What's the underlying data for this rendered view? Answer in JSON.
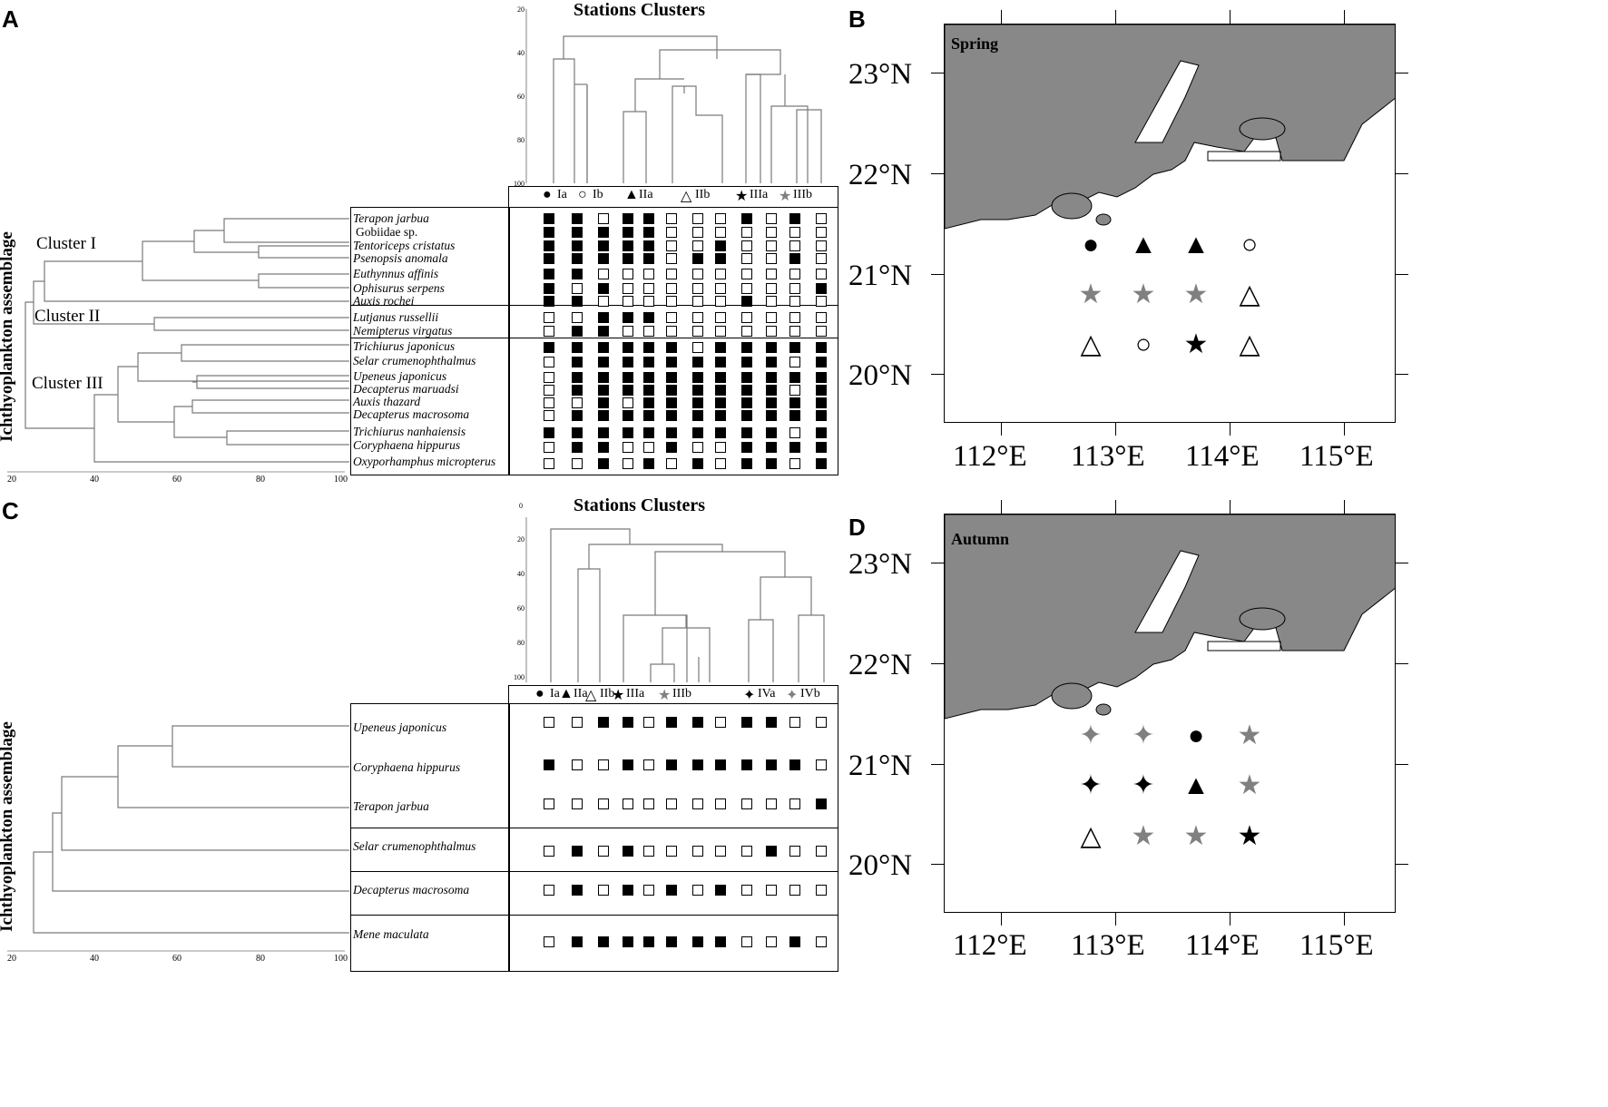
{
  "panels": {
    "A": {
      "label": "A",
      "title": "Stations Clusters",
      "ylabel": "Ichthyoplankton assemblage",
      "clusters": [
        "Cluster I",
        "Cluster II",
        "Cluster III"
      ],
      "species": [
        "Terapon jarbua",
        "Gobiidae sp.",
        "Tentoriceps cristatus",
        "Psenopsis anomala",
        "Euthynnus affinis",
        "Ophisurus serpens",
        "Auxis rochei",
        "Lutjanus russellii",
        "Nemipterus virgatus",
        "Trichiurus japonicus",
        "Selar crumenophthalmus",
        "Upeneus japonicus",
        "Decapterus maruadsi",
        "Auxis thazard",
        "Decapterus macrosoma",
        "Trichiurus nanhaiensis",
        "Coryphaena hippurus",
        "Oxyporhamphus micropterus"
      ],
      "legend": [
        {
          "symbol": "●",
          "text": "Ia"
        },
        {
          "symbol": "○",
          "text": "Ib"
        },
        {
          "symbol": "▲",
          "text": "IIa"
        },
        {
          "symbol": "△",
          "text": "IIb"
        },
        {
          "symbol": "★",
          "text": "IIIa"
        },
        {
          "symbol": "★",
          "text": "IIIb",
          "color": "#808080"
        }
      ],
      "x_ticks": [
        "20",
        "40",
        "60",
        "80",
        "100"
      ],
      "y_ticks": [
        "20",
        "40",
        "60",
        "80",
        "100"
      ],
      "matrix": [
        [
          1,
          1,
          0,
          1,
          1,
          0,
          0,
          0,
          1,
          0,
          1,
          0
        ],
        [
          1,
          1,
          1,
          1,
          1,
          0,
          0,
          0,
          0,
          0,
          0,
          0
        ],
        [
          1,
          1,
          1,
          1,
          1,
          0,
          0,
          1,
          0,
          0,
          0,
          0
        ],
        [
          1,
          1,
          1,
          1,
          1,
          0,
          1,
          1,
          0,
          0,
          1,
          0
        ],
        [
          1,
          1,
          0,
          0,
          0,
          0,
          0,
          0,
          0,
          0,
          0,
          0
        ],
        [
          1,
          0,
          1,
          0,
          0,
          0,
          0,
          0,
          0,
          0,
          0,
          1
        ],
        [
          1,
          1,
          0,
          0,
          0,
          0,
          0,
          0,
          1,
          0,
          0,
          0
        ],
        [
          0,
          0,
          1,
          1,
          1,
          0,
          0,
          0,
          0,
          0,
          0,
          0
        ],
        [
          0,
          1,
          1,
          0,
          0,
          0,
          0,
          0,
          0,
          0,
          0,
          0
        ],
        [
          1,
          1,
          1,
          1,
          1,
          1,
          0,
          1,
          1,
          1,
          1,
          1
        ],
        [
          0,
          1,
          1,
          1,
          1,
          1,
          1,
          1,
          1,
          1,
          0,
          1
        ],
        [
          0,
          1,
          1,
          1,
          1,
          1,
          1,
          1,
          1,
          1,
          1,
          1
        ],
        [
          0,
          1,
          1,
          1,
          1,
          1,
          1,
          1,
          1,
          1,
          0,
          1
        ],
        [
          0,
          0,
          1,
          0,
          1,
          1,
          1,
          1,
          1,
          1,
          1,
          1
        ],
        [
          0,
          1,
          1,
          1,
          1,
          1,
          1,
          1,
          1,
          1,
          1,
          1
        ],
        [
          1,
          1,
          1,
          1,
          1,
          1,
          1,
          1,
          1,
          1,
          0,
          1
        ],
        [
          0,
          1,
          1,
          0,
          0,
          1,
          0,
          0,
          1,
          1,
          1,
          1
        ],
        [
          0,
          0,
          1,
          0,
          1,
          0,
          1,
          0,
          1,
          1,
          0,
          1
        ]
      ]
    },
    "B": {
      "label": "B",
      "season": "Spring",
      "lat_labels": [
        "23°N",
        "22°N",
        "21°N",
        "20°N"
      ],
      "lon_labels": [
        "112°E",
        "113°E",
        "114°E",
        "115°E"
      ],
      "stations": [
        [
          "●",
          "▲",
          "▲",
          "○"
        ],
        [
          "★g",
          "★g",
          "★g",
          "△"
        ],
        [
          "△",
          "○",
          "★",
          "△"
        ]
      ]
    },
    "C": {
      "label": "C",
      "title": "Stations Clusters",
      "ylabel": "Ichthyoplankton assemblage",
      "species": [
        "Upeneus japonicus",
        "Coryphaena hippurus",
        "Terapon jarbua",
        "Selar crumenophthalmus",
        "Decapterus macrosoma",
        "Mene maculata"
      ],
      "legend": [
        {
          "symbol": "●",
          "text": "Ia"
        },
        {
          "symbol": "▲",
          "text": "IIa"
        },
        {
          "symbol": "△",
          "text": "IIb"
        },
        {
          "symbol": "★",
          "text": "IIIa"
        },
        {
          "symbol": "★",
          "text": "IIIb",
          "color": "#808080"
        },
        {
          "symbol": "✦",
          "text": "IVa"
        },
        {
          "symbol": "✦",
          "text": "IVb",
          "color": "#808080"
        }
      ],
      "x_ticks": [
        "20",
        "40",
        "60",
        "80",
        "100"
      ],
      "y_ticks": [
        "0",
        "20",
        "40",
        "60",
        "80",
        "100"
      ],
      "matrix": [
        [
          0,
          0,
          1,
          1,
          0,
          1,
          1,
          0,
          1,
          1,
          0,
          0
        ],
        [
          1,
          0,
          0,
          1,
          0,
          1,
          1,
          1,
          1,
          1,
          1,
          0
        ],
        [
          0,
          0,
          0,
          0,
          0,
          0,
          0,
          0,
          0,
          0,
          0,
          1
        ],
        [
          0,
          1,
          0,
          1,
          0,
          0,
          0,
          0,
          0,
          1,
          0,
          0
        ],
        [
          0,
          1,
          0,
          1,
          0,
          1,
          0,
          1,
          0,
          0,
          0,
          0
        ],
        [
          0,
          1,
          1,
          1,
          1,
          1,
          1,
          1,
          0,
          0,
          1,
          0
        ]
      ]
    },
    "D": {
      "label": "D",
      "season": "Autumn",
      "lat_labels": [
        "23°N",
        "22°N",
        "21°N",
        "20°N"
      ],
      "lon_labels": [
        "112°E",
        "113°E",
        "114°E",
        "115°E"
      ],
      "stations": [
        [
          "✦g",
          "✦g",
          "●",
          "★g"
        ],
        [
          "✦",
          "✦",
          "▲",
          "★g"
        ],
        [
          "△",
          "★g",
          "★g",
          "★"
        ]
      ]
    }
  }
}
